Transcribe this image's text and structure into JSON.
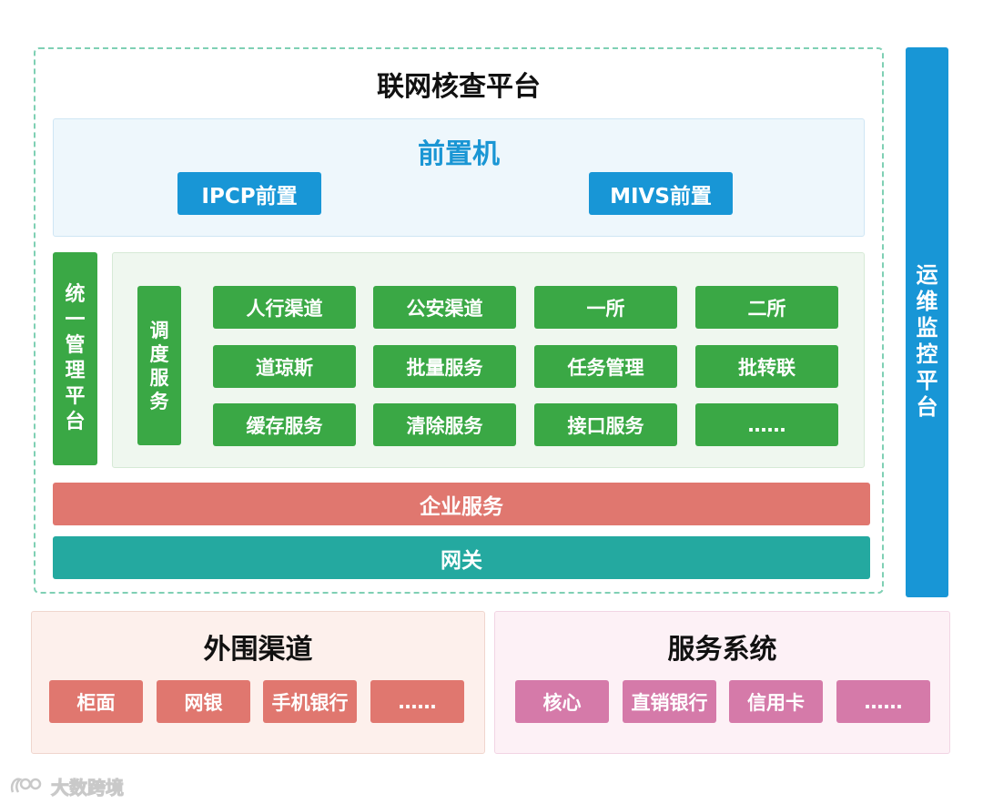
{
  "platform": {
    "title": "联网核查平台",
    "front": {
      "title": "前置机",
      "items": [
        "IPCP前置",
        "MIVS前置"
      ]
    },
    "unified_mgmt": [
      "统",
      "一",
      "管",
      "理",
      "平",
      "台"
    ],
    "dispatch": [
      "调",
      "度",
      "服",
      "务"
    ],
    "services": [
      [
        "人行渠道",
        "公安渠道",
        "一所",
        "二所"
      ],
      [
        "道琼斯",
        "批量服务",
        "任务管理",
        "批转联"
      ],
      [
        "缓存服务",
        "清除服务",
        "接口服务",
        "……"
      ]
    ],
    "enterprise": "企业服务",
    "gateway": "网关"
  },
  "ops_monitor": [
    "运",
    "维",
    "监",
    "控",
    "平",
    "台"
  ],
  "peripheral": {
    "title": "外围渠道",
    "items": [
      "柜面",
      "网银",
      "手机银行",
      "……"
    ]
  },
  "service_systems": {
    "title": "服务系统",
    "items": [
      "核心",
      "直销银行",
      "信用卡",
      "……"
    ]
  },
  "watermark": {
    "text": "大数跨境"
  },
  "colors": {
    "blue": "#1896d6",
    "green": "#3aa845",
    "enterprise": "#e0776f",
    "gateway": "#24a9a0",
    "pink": "#d57aa9"
  }
}
